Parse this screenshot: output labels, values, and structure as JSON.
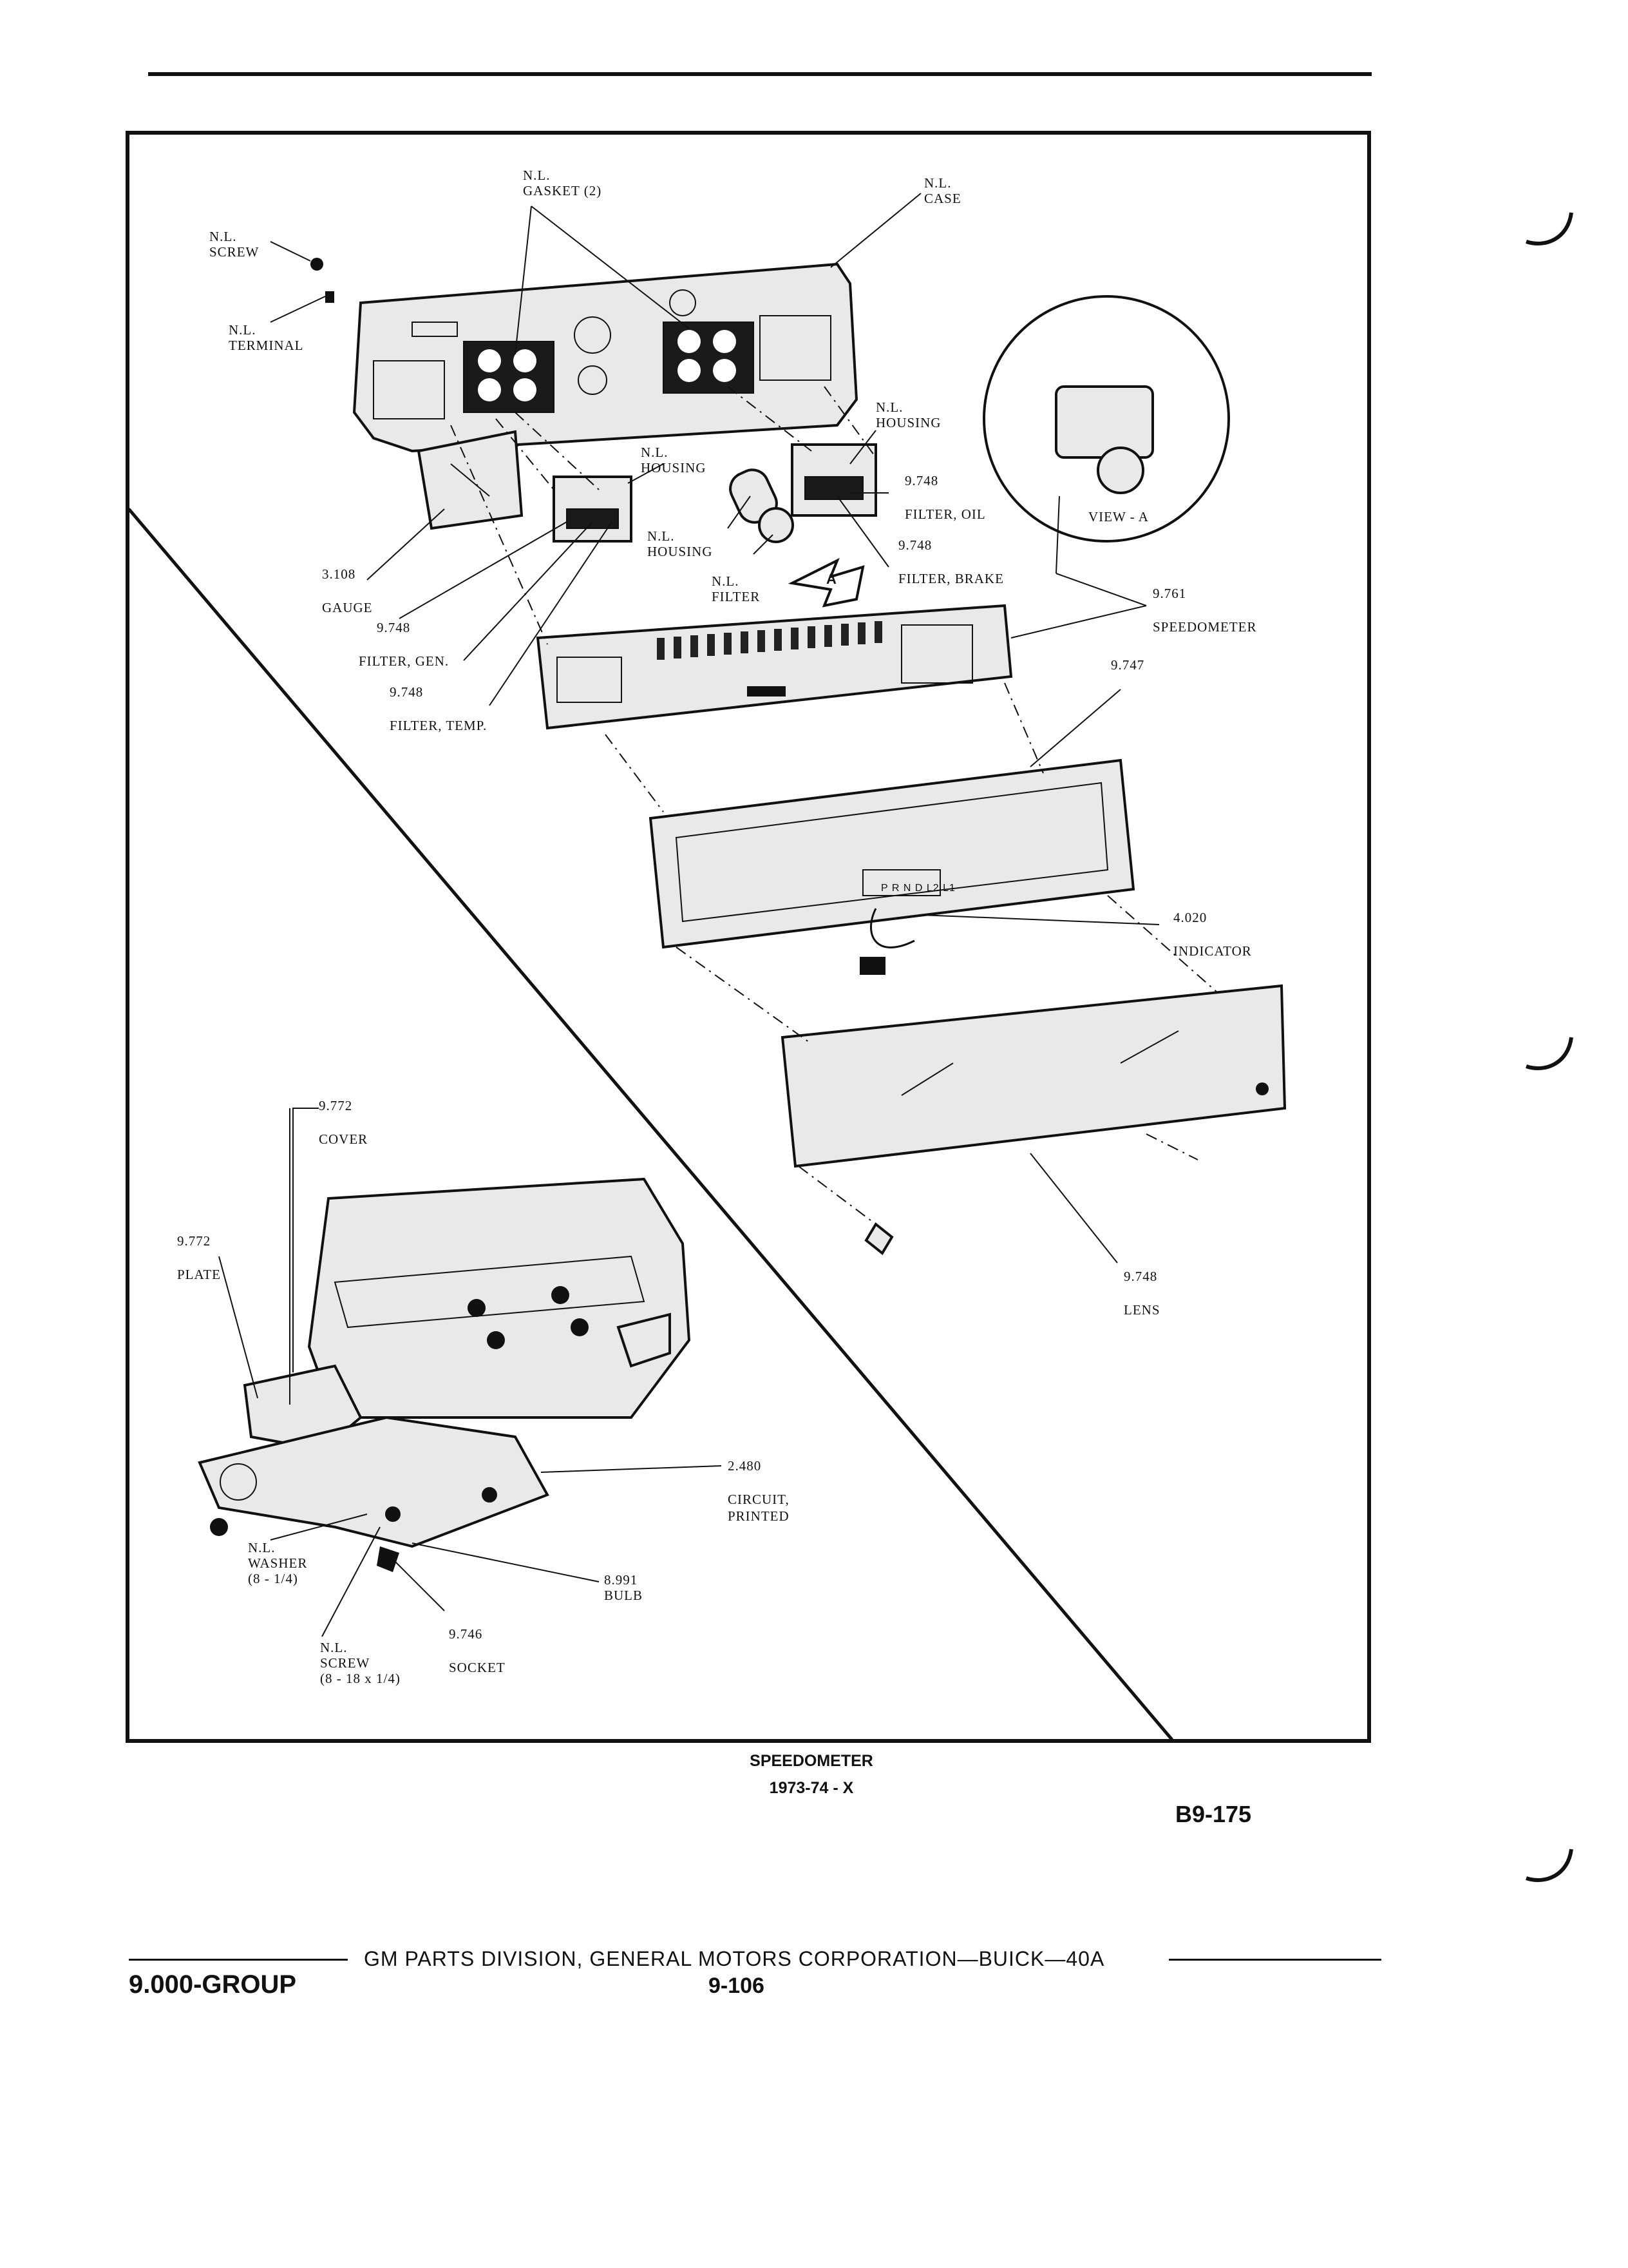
{
  "labels": {
    "gasket": [
      "N.L.",
      "GASKET (2)"
    ],
    "case": [
      "N.L.",
      "CASE"
    ],
    "screw_top": [
      "N.L.",
      "SCREW"
    ],
    "terminal": [
      "N.L.",
      "TERMINAL"
    ],
    "housing_right": [
      "N.L.",
      "HOUSING"
    ],
    "housing_mid": [
      "N.L.",
      "HOUSING"
    ],
    "housing_low": [
      "N.L.",
      "HOUSING"
    ],
    "filter_nl": [
      "N.L.",
      "FILTER"
    ],
    "view_a": "VIEW - A",
    "filter_oil": [
      "9.748",
      "FILTER, OIL"
    ],
    "filter_brake": [
      "9.748",
      "FILTER, BRAKE"
    ],
    "gauge": [
      "3.108",
      "GAUGE"
    ],
    "filter_gen": [
      "9.748",
      "FILTER, GEN."
    ],
    "filter_temp": [
      "9.748",
      "FILTER, TEMP."
    ],
    "speedometer_part": [
      "9.761",
      "SPEEDOMETER"
    ],
    "bezel": "9.747",
    "indicator": [
      "4.020",
      "INDICATOR"
    ],
    "lens": [
      "9.748",
      "LENS"
    ],
    "cover": [
      "9.772",
      "COVER"
    ],
    "plate": [
      "9.772",
      "PLATE"
    ],
    "circuit": [
      "2.480",
      "CIRCUIT,",
      "PRINTED"
    ],
    "washer": [
      "N.L.",
      "WASHER",
      "(8 - 1/4)"
    ],
    "bulb": [
      "8.991",
      "BULB"
    ],
    "socket": [
      "9.746",
      "SOCKET"
    ],
    "screw_bottom": [
      "N.L.",
      "SCREW",
      "(8 - 18 x 1/4)"
    ],
    "indicator_text": "P R N D L2 L1",
    "arrow_letter": "A"
  },
  "caption": {
    "title": "SPEEDOMETER",
    "subtitle": "1973-74 - X",
    "figure_code": "B9-175"
  },
  "footer": {
    "group": "9.000-GROUP",
    "division": "GM PARTS DIVISION, GENERAL MOTORS CORPORATION—BUICK—40A",
    "page_number": "9-106"
  }
}
